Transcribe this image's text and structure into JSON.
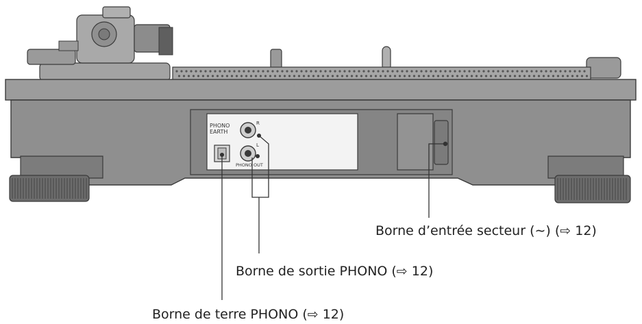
{
  "panel": {
    "phono_earth_label": "PHONO\nEARTH",
    "phono_out_label": "PHONO OUT",
    "channel_right": "R",
    "channel_left": "L"
  },
  "callouts": {
    "ac_in": "Borne d’entrée secteur (∼) (⇨ 12)",
    "phono_out": "Borne de sortie PHONO (⇨ 12)",
    "phono_earth": "Borne de terre PHONO (⇨ 12)"
  },
  "colors": {
    "body": "#8f8f8f",
    "body_dark": "#6a6a6a",
    "body_light": "#b5b5b5",
    "outline": "#3a3a3a",
    "leader": "#333333"
  }
}
